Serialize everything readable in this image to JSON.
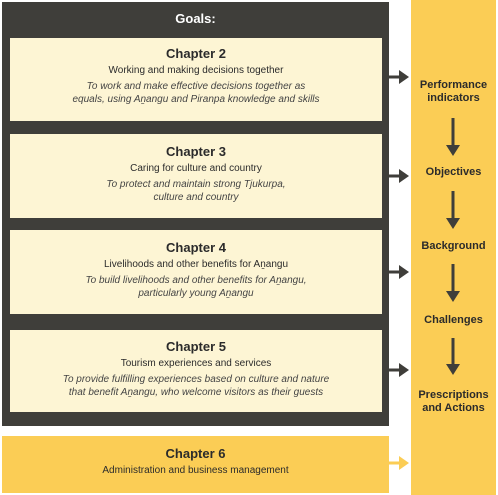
{
  "goals": {
    "title": "Goals:"
  },
  "chapters": [
    {
      "title": "Chapter 2",
      "subtitle": "Working and making decisions together",
      "desc1": "To work and make effective decisions together as",
      "desc2": "equals, using Aṉangu and Piranpa knowledge and skills"
    },
    {
      "title": "Chapter 3",
      "subtitle": "Caring for culture and country",
      "desc1": "To protect and maintain strong Tjukurpa,",
      "desc2": "culture and country"
    },
    {
      "title": "Chapter 4",
      "subtitle": "Livelihoods and other benefits for Aṉangu",
      "desc1": "To build livelihoods and other benefits for Aṉangu,",
      "desc2": "particularly young Aṉangu"
    },
    {
      "title": "Chapter 5",
      "subtitle": "Tourism experiences and services",
      "desc1": "To provide fulfilling experiences based on culture and nature",
      "desc2": "that benefit Aṉangu, who welcome visitors as their guests"
    },
    {
      "title": "Chapter 6",
      "subtitle": "Administration and business management"
    }
  ],
  "steps": [
    {
      "line1": "Performance",
      "line2": "indicators"
    },
    {
      "line1": "Objectives"
    },
    {
      "line1": "Background"
    },
    {
      "line1": "Challenges"
    },
    {
      "line1": "Prescriptions",
      "line2": "and Actions"
    }
  ],
  "colors": {
    "frame": "#3f3e3a",
    "box": "#fdf5d4",
    "accent": "#fbcd55",
    "arrow": "#3f3e3a"
  }
}
